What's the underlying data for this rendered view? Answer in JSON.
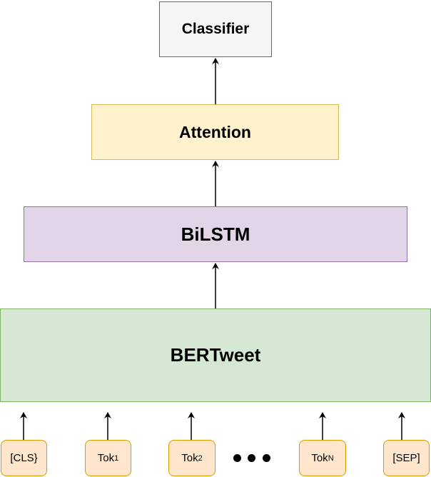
{
  "nodes": {
    "classifier": {
      "label": "Classifier"
    },
    "attention": {
      "label": "Attention"
    },
    "bilstm": {
      "label": "BiLSTM"
    },
    "bertweet": {
      "label": "BERTweet"
    }
  },
  "tokens": [
    {
      "label": "[CLS}",
      "sub": ""
    },
    {
      "label": "Tok",
      "sub": "1"
    },
    {
      "label": "Tok",
      "sub": "2"
    },
    {
      "label": "Tok",
      "sub": "N"
    },
    {
      "label": "[SEP]",
      "sub": ""
    }
  ],
  "colors": {
    "classifier_fill": "#f5f5f5",
    "classifier_stroke": "#666666",
    "attention_fill": "#fff2cc",
    "attention_stroke": "#d6b656",
    "bilstm_fill": "#e1d5e7",
    "bilstm_stroke": "#9673a6",
    "bertweet_fill": "#d5e8d4",
    "bertweet_stroke": "#82b366",
    "token_fill": "#ffe6cc",
    "token_stroke": "#d79b00"
  }
}
